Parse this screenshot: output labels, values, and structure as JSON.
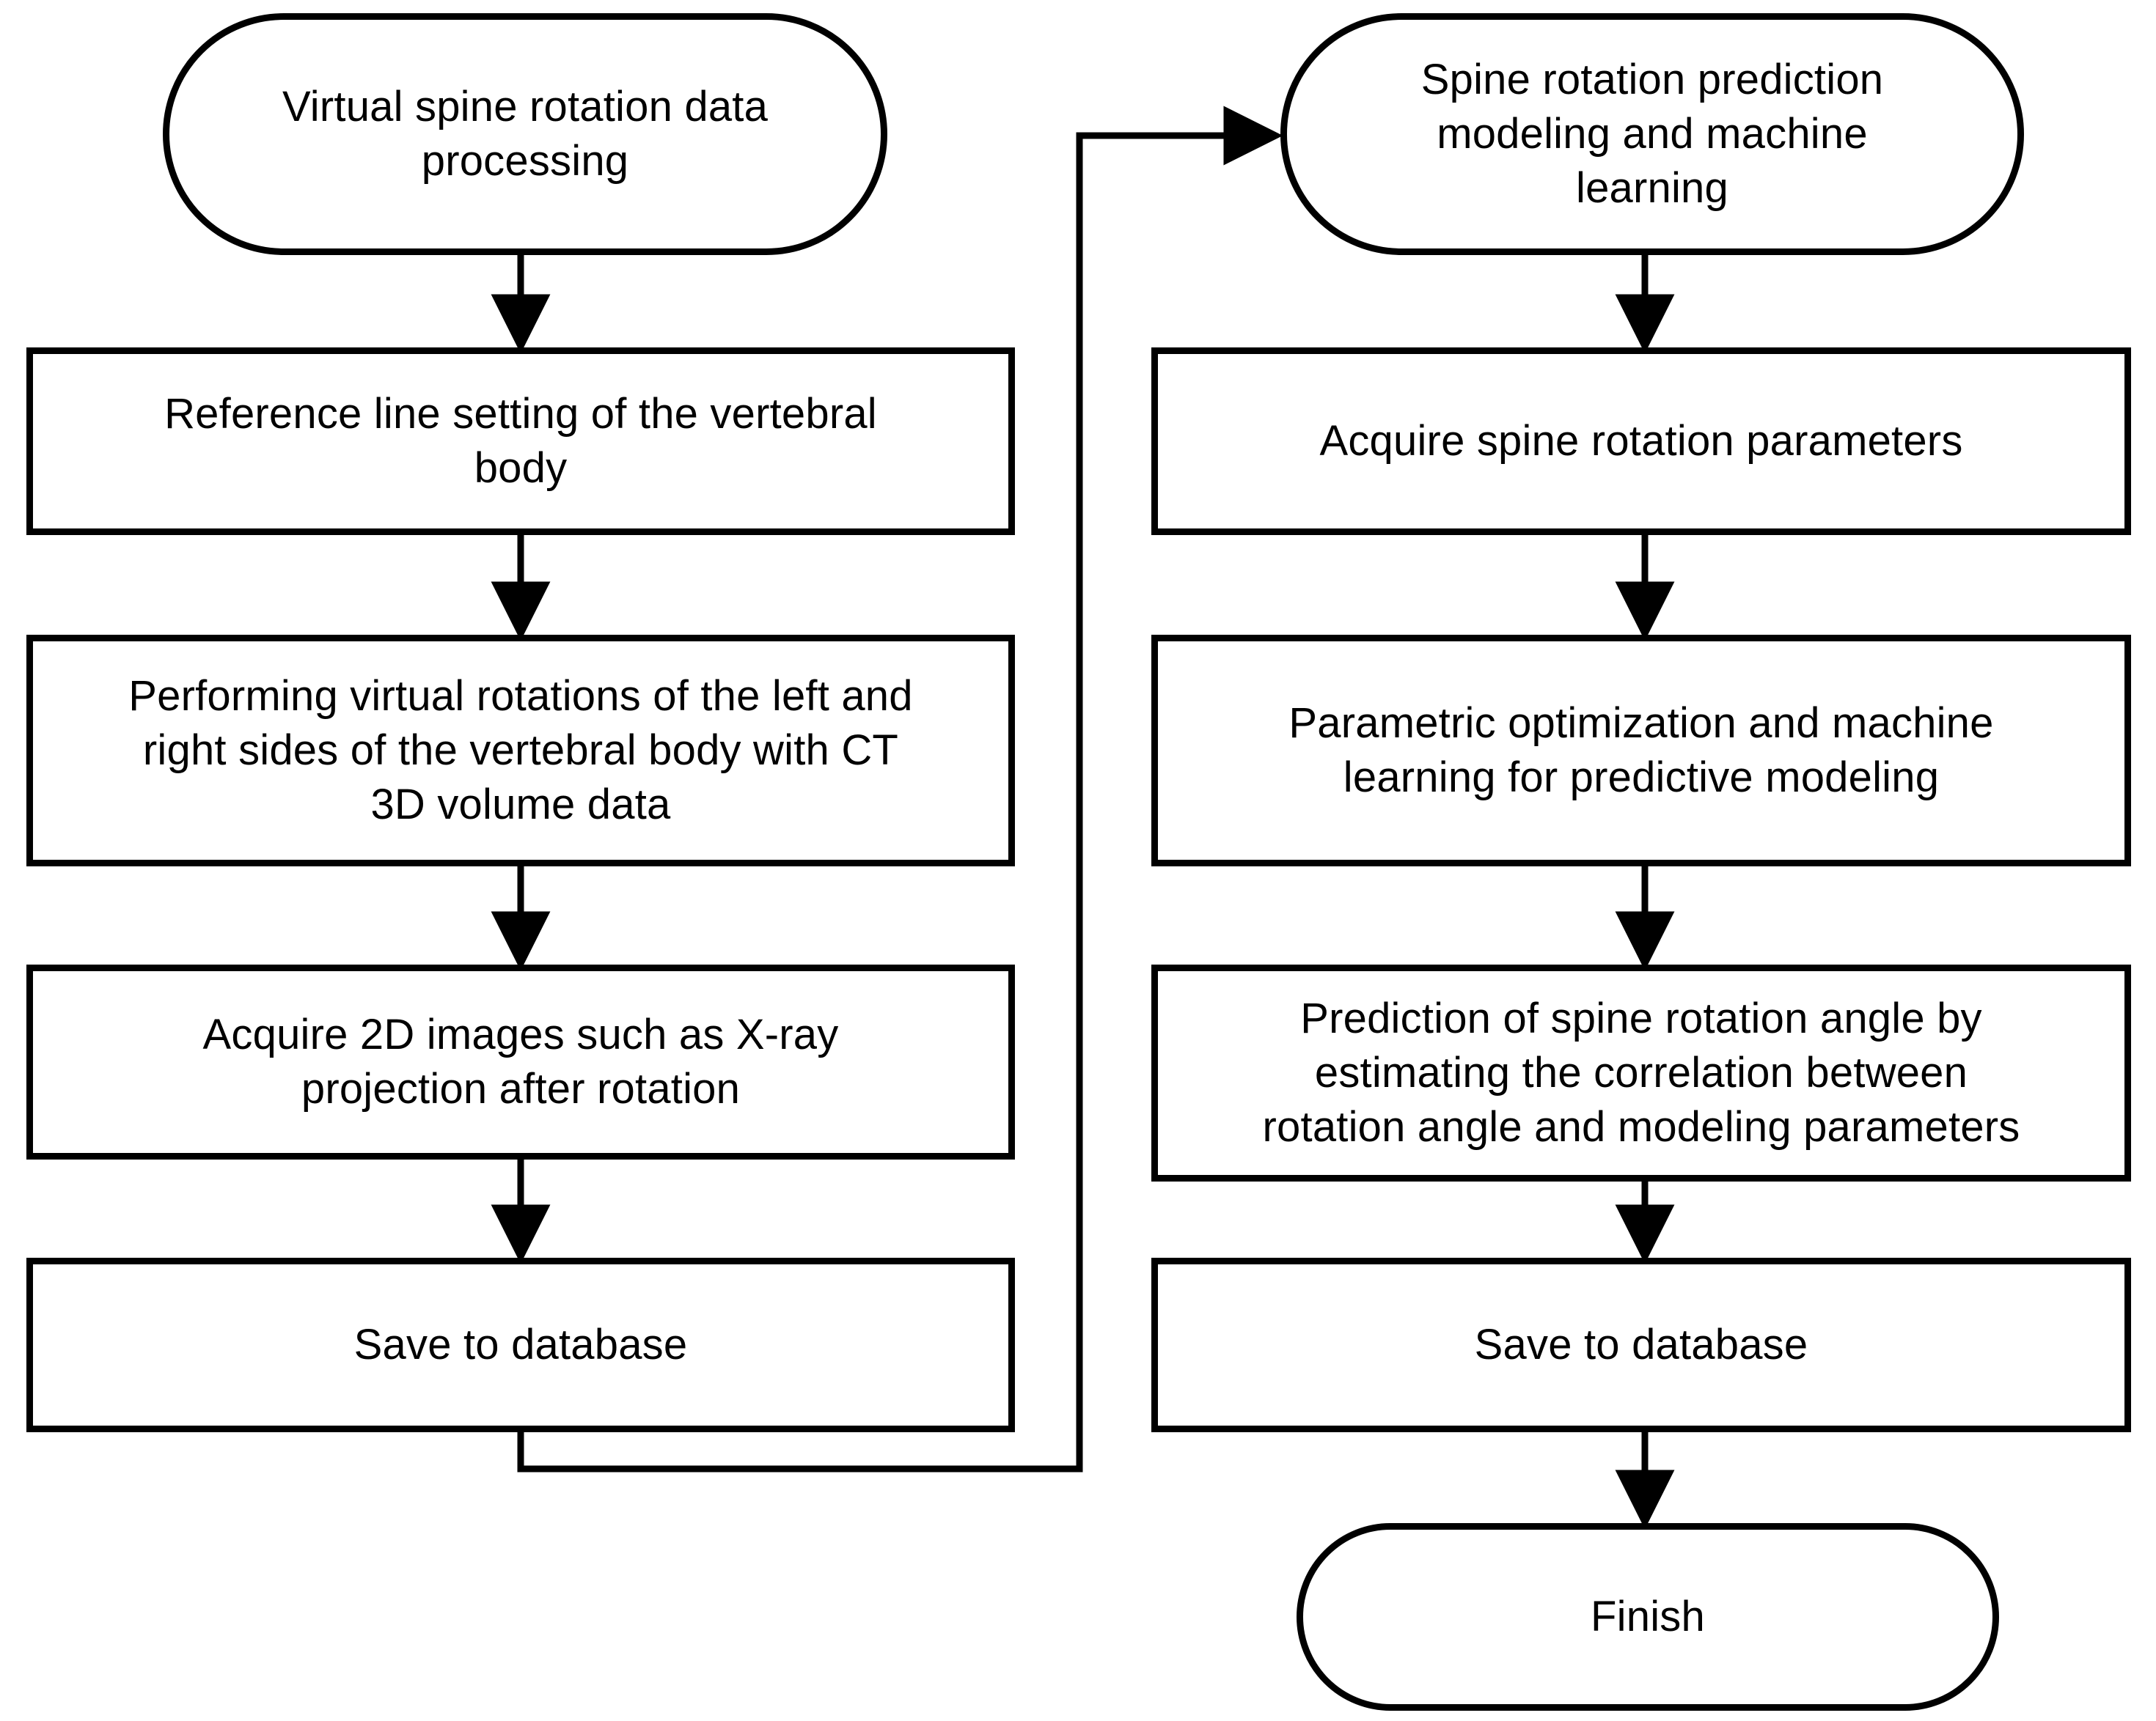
{
  "diagram": {
    "title": "Spine rotation virtual data processing and prediction workflow",
    "background_color": "#ffffff",
    "line_color": "#000000",
    "text_color": "#000000"
  },
  "nodes": {
    "left_start": {
      "label": "Virtual spine rotation data\nprocessing",
      "shape": "terminator"
    },
    "left_step1": {
      "label": "Reference line setting of the vertebral\nbody",
      "shape": "process"
    },
    "left_step2": {
      "label": "Performing virtual rotations of the left and\nright sides of the vertebral body with CT\n3D volume data",
      "shape": "process"
    },
    "left_step3": {
      "label": "Acquire 2D images such as X-ray\nprojection after rotation",
      "shape": "process"
    },
    "left_save": {
      "label": "Save to database",
      "shape": "process"
    },
    "right_start": {
      "label": "Spine rotation prediction\nmodeling and machine\nlearning",
      "shape": "terminator"
    },
    "right_step1": {
      "label": "Acquire spine rotation parameters",
      "shape": "process"
    },
    "right_step2": {
      "label": "Parametric optimization and machine\nlearning for predictive modeling",
      "shape": "process"
    },
    "right_step3": {
      "label": "Prediction of spine rotation angle by\nestimating the correlation between\nrotation angle and modeling parameters",
      "shape": "process"
    },
    "right_save": {
      "label": "Save to database",
      "shape": "process"
    },
    "finish": {
      "label": "Finish",
      "shape": "terminator"
    }
  },
  "edges": [
    {
      "name": "left-start-to-step1",
      "from": "left_start",
      "to": "left_step1",
      "arrow": true
    },
    {
      "name": "left-step1-to-step2",
      "from": "left_step1",
      "to": "left_step2",
      "arrow": true
    },
    {
      "name": "left-step2-to-step3",
      "from": "left_step2",
      "to": "left_step3",
      "arrow": true
    },
    {
      "name": "left-step3-to-save",
      "from": "left_step3",
      "to": "left_save",
      "arrow": true
    },
    {
      "name": "left-save-to-right-start",
      "from": "left_save",
      "to": "right_start",
      "arrow": true
    },
    {
      "name": "right-start-to-step1",
      "from": "right_start",
      "to": "right_step1",
      "arrow": true
    },
    {
      "name": "right-step1-to-step2",
      "from": "right_step1",
      "to": "right_step2",
      "arrow": true
    },
    {
      "name": "right-step2-to-step3",
      "from": "right_step2",
      "to": "right_step3",
      "arrow": true
    },
    {
      "name": "right-step3-to-save",
      "from": "right_step3",
      "to": "right_save",
      "arrow": true
    },
    {
      "name": "right-save-to-finish",
      "from": "right_save",
      "to": "finish",
      "arrow": true
    }
  ]
}
